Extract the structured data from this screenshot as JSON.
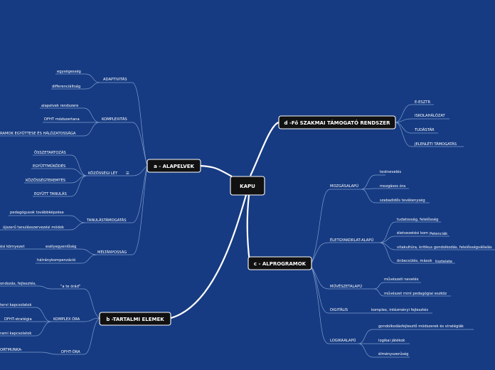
{
  "center": "KAPU",
  "branches": {
    "a": "a - ALAPELVEK",
    "b": "b -TARTALMI ELEMEK",
    "c": "c - ALPROGRAMOK",
    "d": "d -Fő SZAKMAI TÁMOGATÓ RENDSZER"
  },
  "a": {
    "adaptivitas": "ADAPTIVITÁS",
    "egysegesseg": "egységesség",
    "differencialtsag": "differenciáltság",
    "komplexitas": "KOMPLEXITÁS",
    "alapelvek_rendszere": "alapelvek rendszere",
    "dfht_modszertana": "DFHT módszertana",
    "program_egyuttese": "RAMOK EGYÜTTESE ÉS HÁLÓZATOSSÁGA",
    "kozossegi_let": "KÖZÖSSÉGI LÉT",
    "kozossegi_let_icon": "☰",
    "osszetartozas": "ÖSSZETARTOZÁS",
    "egyuttmukodes": "EGYÜTTMŰKÖDÉS",
    "kozossegteremtes": "KÖZÖSSÉGTEREMTÉS",
    "egyutt_tanulas": "EGYÜTT TANULÁS",
    "tanulastamogatas": "TANULÁSTÁMOGATÁS",
    "pedagogusok_tovabbkepzese": "pedagógusok továbbképzése",
    "ujszeru_tanulasszervezesi": "újszerű tanulásszervezési módok",
    "meltanyossag": "MÉLTÁNYOSSÁG",
    "eselyegyenloseg": "esélyegyenlőség",
    "esi_kornyezet": "ési környezet",
    "hatranykompenzacio": "hátránykompenzáció"
  },
  "b": {
    "a_te_orad": "\"a te órád\"",
    "gondozas_fejlesztes": "ondozás, fejlesztés,",
    "komplex_ora": "KOMPLEX ÓRA",
    "tervi_kapcsolatok": "tervi kapcsolatok",
    "dfht_strategia": "DFHT-stratégia",
    "rami_kapcsolatok": "rami kapcsolatok",
    "dfht_ora": "DFHT-ÓRA",
    "portmunka": "ORTMUNKA-"
  },
  "c": {
    "mozgasalapu": "MOZGÁSALAPÚ",
    "testneveles": "testnevelés",
    "mozgasos_ora": "mozgásos óra",
    "szabadidos_tevekenyseg": "szabadidős tevékenység",
    "eletgyakorlat_alapu": "ÉLETGYAKORLAT-ALAPÚ",
    "tudatossag": "tudatosság, felelősség",
    "eletvezetesi_kom": "életvezetési kom",
    "petenciak": "Petenciák",
    "vitakultura": "vitakultúra, kritikus gondolkodás, felelősségvállalás",
    "onbecsules": "önbecsülés, mások",
    "tisztelete": "tisztelete",
    "muveszetalapu": "MŰVÉSZETALAPÚ",
    "muveszeti_neveles": "művészeti nevelés",
    "muveszet_mint": "művészet mint pedagógiai eszköz",
    "digitalis": "DIGITÁLIS",
    "komplex_intezmenyi": "komplex, intézményi fejlesztés",
    "logikaalapu": "LOGIKAALAPÚ",
    "gondolkodasfejleszto": "gondolkodásfejlesztő módszerek és stratégiák",
    "logikai_jatekok": "logikai játékok",
    "elmenyszeruseg": "élményszerűség"
  },
  "d": {
    "e_eszter": "E-ESZTR",
    "iskolahalozat": "ISKOLAHÁLÓZAT",
    "tudastar": "TUDÁSTÁR",
    "jelenleti_tamogatas": "JELENLÉTI TÁMOGATÁS"
  }
}
